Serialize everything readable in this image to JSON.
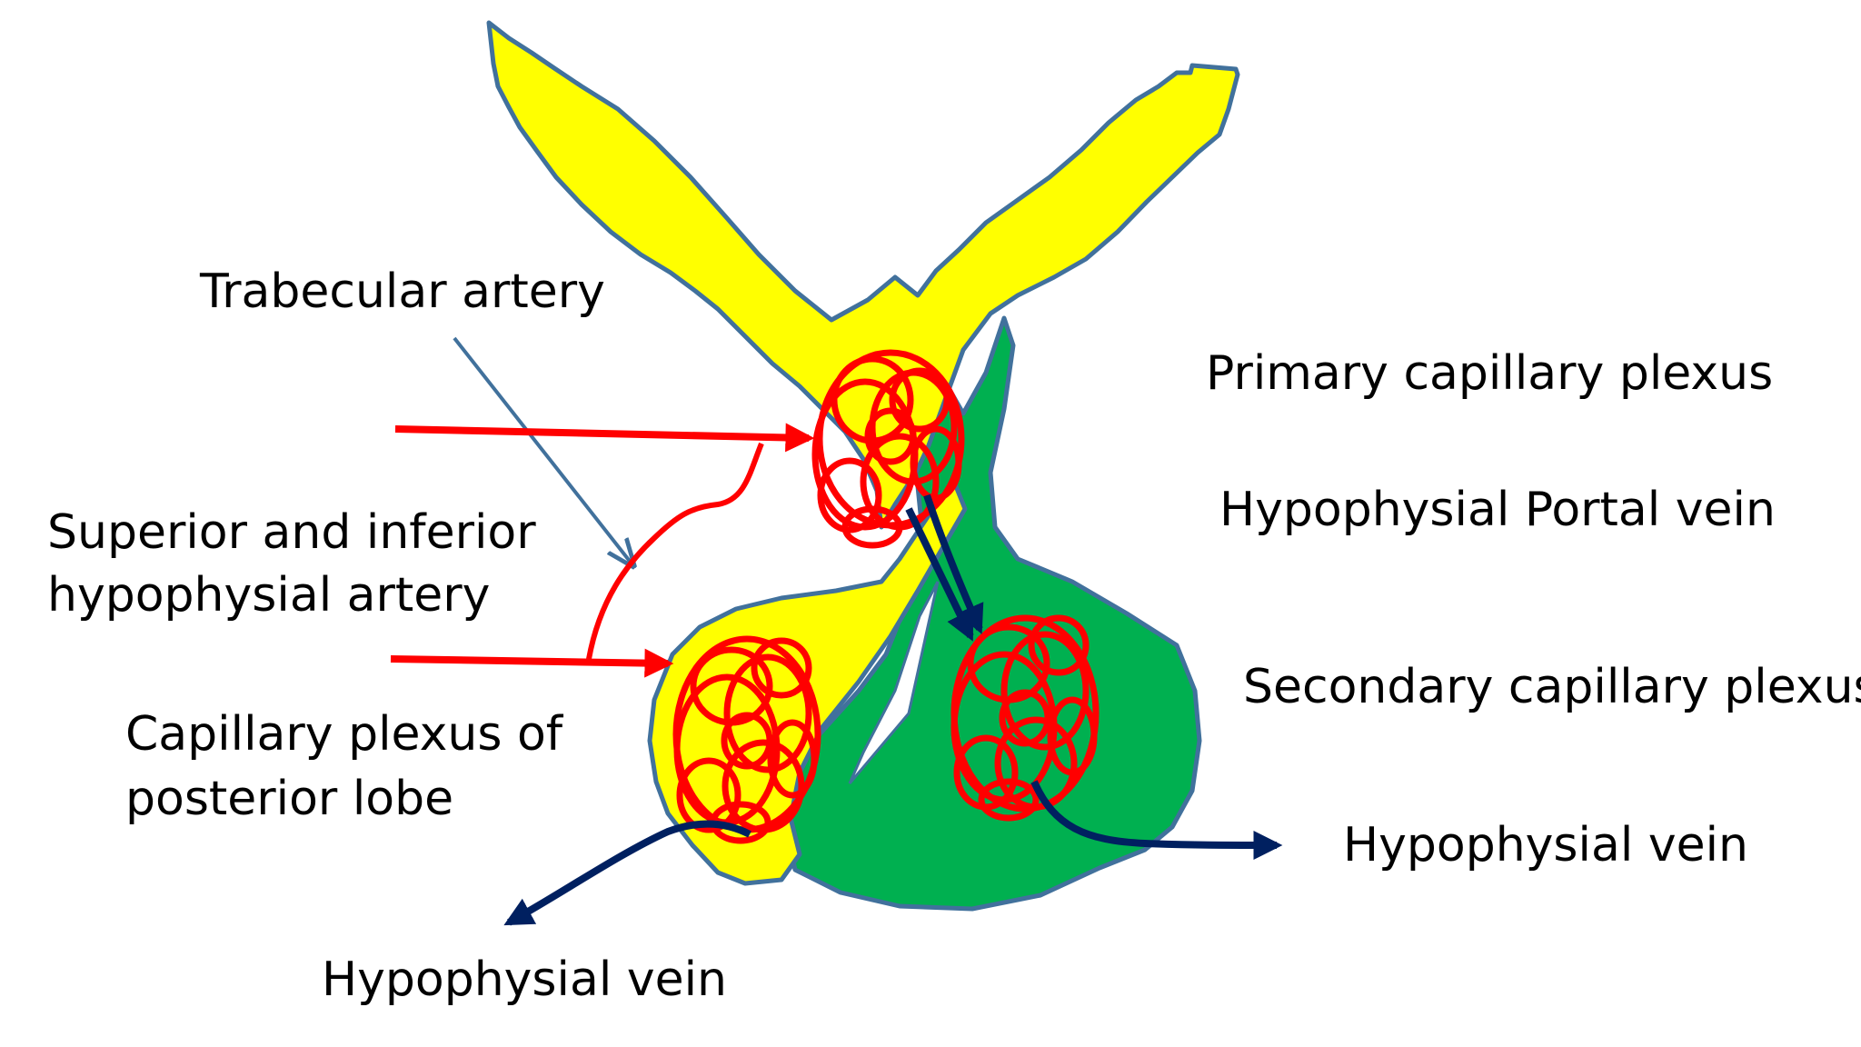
{
  "labels": {
    "trabecular_artery": "Trabecular artery",
    "primary_capillary_plexus": "Primary capillary plexus",
    "hypophysial_portal_vein": "Hypophysial Portal vein",
    "superior_inferior_artery_line1": "Superior and inferior",
    "superior_inferior_artery_line2": "hypophysial artery",
    "secondary_capillary_plexus": "Secondary capillary plexus",
    "capillary_plexus_posterior_line1": "Capillary plexus of",
    "capillary_plexus_posterior_line2": "posterior lobe",
    "hypophysial_vein_right": "Hypophysial vein",
    "hypophysial_vein_bottom": "Hypophysial vein"
  },
  "colors": {
    "posterior_lobe": "#ffff00",
    "anterior_lobe": "#00b050",
    "outline": "#41719c",
    "artery": "#ff0000",
    "vein": "#002060",
    "pointer_line": "#41719c"
  }
}
